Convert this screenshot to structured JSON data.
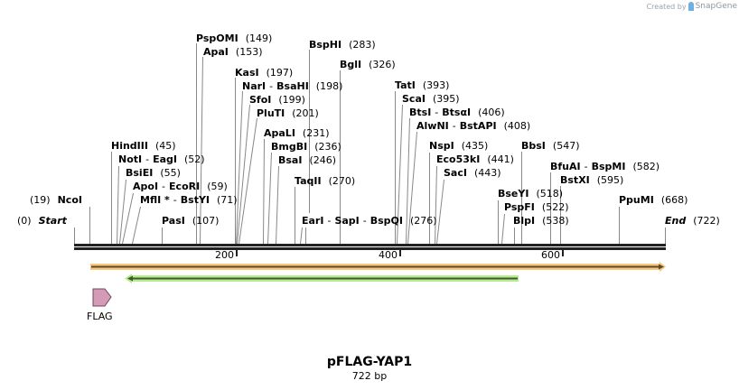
{
  "credit": {
    "prefix": "Created by",
    "brand": "SnapGene"
  },
  "plasmid": {
    "name": "pFLAG-YAP1",
    "length_label": "722 bp",
    "length": 722
  },
  "colors": {
    "backbone": "#222222",
    "orange_feature": "#f8c77a",
    "green_feature": "#b5ec8f",
    "flag_feature": "#d49ab8",
    "leader": "#888888"
  },
  "ticks": [
    {
      "pos": 200,
      "label": "200"
    },
    {
      "pos": 400,
      "label": "400"
    },
    {
      "pos": 600,
      "label": "600"
    }
  ],
  "sites": [
    {
      "names": [
        "Start"
      ],
      "pos_label": "(0)",
      "italic": true,
      "left_pos": true
    },
    {
      "names": [
        "NcoI"
      ],
      "pos_label": "(19)",
      "left_pos": true
    },
    {
      "names": [
        "HindIII"
      ],
      "pos_label": "(45)"
    },
    {
      "names": [
        "NotI",
        "EagI"
      ],
      "pos_label": "(52)"
    },
    {
      "names": [
        "BsiEI"
      ],
      "pos_label": "(55)"
    },
    {
      "names": [
        "ApoI",
        "EcoRI"
      ],
      "pos_label": "(59)"
    },
    {
      "names": [
        "MflI *",
        "BstYI"
      ],
      "pos_label": "(71)"
    },
    {
      "names": [
        "PasI"
      ],
      "pos_label": "(107)"
    },
    {
      "names": [
        "PspOMI"
      ],
      "pos_label": "(149)"
    },
    {
      "names": [
        "ApaI"
      ],
      "pos_label": "(153)"
    },
    {
      "names": [
        "KasI"
      ],
      "pos_label": "(197)"
    },
    {
      "names": [
        "NarI",
        "BsaHI"
      ],
      "pos_label": "(198)"
    },
    {
      "names": [
        "SfoI"
      ],
      "pos_label": "(199)"
    },
    {
      "names": [
        "PluTI"
      ],
      "pos_label": "(201)"
    },
    {
      "names": [
        "ApaLI"
      ],
      "pos_label": "(231)"
    },
    {
      "names": [
        "BmgBI"
      ],
      "pos_label": "(236)"
    },
    {
      "names": [
        "BsaI"
      ],
      "pos_label": "(246)"
    },
    {
      "names": [
        "TaqII"
      ],
      "pos_label": "(270)"
    },
    {
      "names": [
        "EarI",
        "SapI",
        "BspQI"
      ],
      "pos_label": "(276)"
    },
    {
      "names": [
        "BspHI"
      ],
      "pos_label": "(283)"
    },
    {
      "names": [
        "BglI"
      ],
      "pos_label": "(326)"
    },
    {
      "names": [
        "TatI"
      ],
      "pos_label": "(393)"
    },
    {
      "names": [
        "ScaI"
      ],
      "pos_label": "(395)"
    },
    {
      "names": [
        "BtsI",
        "BtsαI"
      ],
      "pos_label": "(406)"
    },
    {
      "names": [
        "AlwNI",
        "BstAPI"
      ],
      "pos_label": "(408)"
    },
    {
      "names": [
        "NspI"
      ],
      "pos_label": "(435)"
    },
    {
      "names": [
        "Eco53kI"
      ],
      "pos_label": "(441)"
    },
    {
      "names": [
        "SacI"
      ],
      "pos_label": "(443)"
    },
    {
      "names": [
        "BseYI"
      ],
      "pos_label": "(518)"
    },
    {
      "names": [
        "PspFI"
      ],
      "pos_label": "(522)"
    },
    {
      "names": [
        "BlpI"
      ],
      "pos_label": "(538)"
    },
    {
      "names": [
        "BbsI"
      ],
      "pos_label": "(547)"
    },
    {
      "names": [
        "BfuAI",
        "BspMI"
      ],
      "pos_label": "(582)"
    },
    {
      "names": [
        "BstXI"
      ],
      "pos_label": "(595)"
    },
    {
      "names": [
        "PpuMI"
      ],
      "pos_label": "(668)"
    },
    {
      "names": [
        "End"
      ],
      "pos_label": "(722)",
      "italic": true
    }
  ],
  "features": [
    {
      "name": "orange-feature",
      "label": "",
      "direction": "forward",
      "start": 20,
      "end": 722
    },
    {
      "name": "green-feature",
      "label": "",
      "direction": "reverse",
      "start": 64,
      "end": 543
    },
    {
      "name": "flag-feature",
      "label": "FLAG",
      "direction": "forward"
    }
  ]
}
